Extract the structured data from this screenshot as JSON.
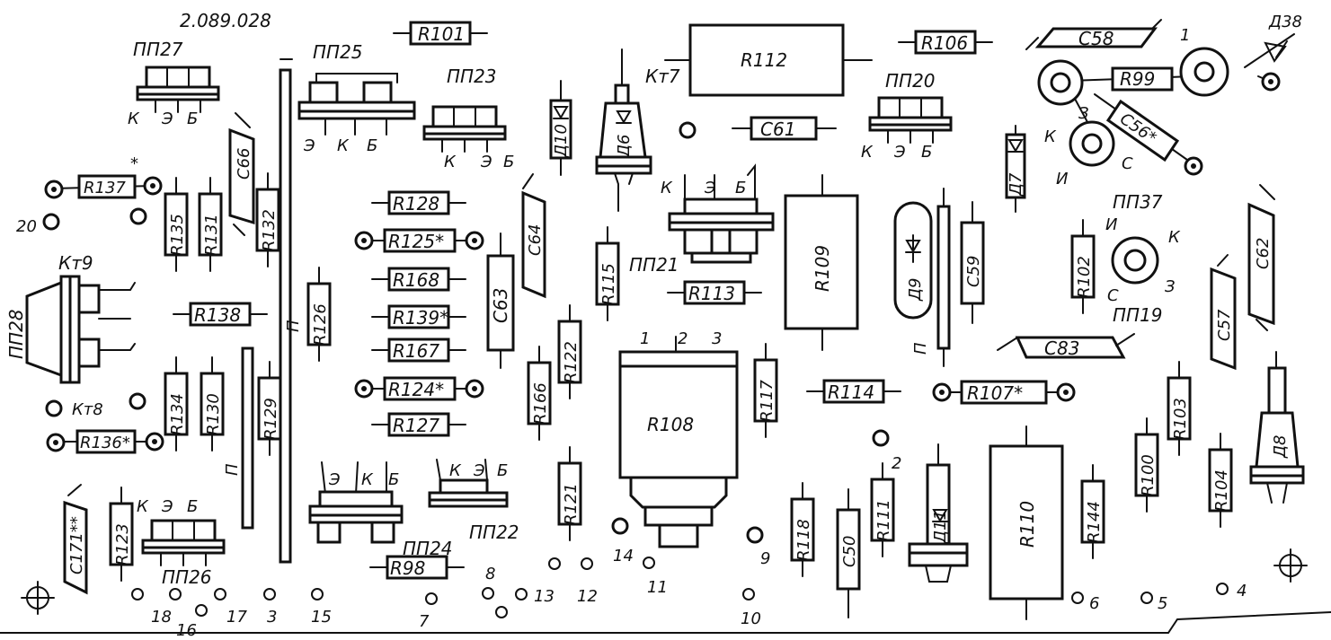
{
  "board": {
    "drawing_number": "2.089.028",
    "resistors": {
      "R101": "R101",
      "R106": "R106",
      "R99": "R99",
      "R137": "R137",
      "R135": "R135",
      "R131": "R131",
      "R132": "R132",
      "R128": "R128",
      "R125": "R125*",
      "R168": "R168",
      "R139": "R139*",
      "R167": "R167",
      "R124": "R124*",
      "R127": "R127",
      "R126": "R126",
      "R138": "R138",
      "R134": "R134",
      "R130": "R130",
      "R129": "R129",
      "R136": "R136*",
      "R123": "R123",
      "R98": "R98",
      "R115": "R115",
      "R122": "R122",
      "R166": "R166",
      "R121": "R121",
      "R113": "R113",
      "R117": "R117",
      "R114": "R114",
      "R107": "R107*",
      "R102": "R102",
      "R103": "R103",
      "R100": "R100",
      "R104": "R104",
      "R118": "R118",
      "R111": "R111",
      "R144": "R144"
    },
    "big_resistors": {
      "R112": "R112",
      "R109": "R109",
      "R108": "R108",
      "R110": "R110"
    },
    "capacitors": {
      "C58": "C58",
      "C56": "C56*",
      "C61": "C61",
      "C66": "C66",
      "C64": "C64",
      "C63": "C63",
      "C59": "C59",
      "C62": "C62",
      "C57": "C57",
      "C83": "C83",
      "C50": "C50",
      "C171": "C171**"
    },
    "diodes": {
      "D38": "Д38",
      "D10": "Д10",
      "D6": "Д6",
      "D7": "Д7",
      "D9": "Д9",
      "D8": "Д8",
      "D11": "Д11"
    },
    "transistors": {
      "PP27": "ПП27",
      "PP25": "ПП25",
      "PP23": "ПП23",
      "PP20": "ПП20",
      "PP21": "ПП21",
      "PP28": "ПП28",
      "PP26": "ПП26",
      "PP24": "ПП24",
      "PP22": "ПП22",
      "PP37": "ПП37",
      "PP19": "ПП19"
    },
    "test_points": {
      "Kt7": "Кт7",
      "Kt9": "Кт9",
      "Kt8": "Кт8"
    },
    "pins": {
      "E": "Э",
      "K": "К",
      "B": "Б",
      "I": "И",
      "S": "С",
      "Z": "З",
      "P": "П"
    },
    "numbers": {
      "n1": "1",
      "n2": "2",
      "n3": "3",
      "n4": "4",
      "n5": "5",
      "n6": "6",
      "n7": "7",
      "n8": "8",
      "n9": "9",
      "n10": "10",
      "n11": "11",
      "n12": "12",
      "n13": "13",
      "n14": "14",
      "n15": "15",
      "n16": "16",
      "n17": "17",
      "n18": "18",
      "n20": "20",
      "star": "*"
    }
  }
}
